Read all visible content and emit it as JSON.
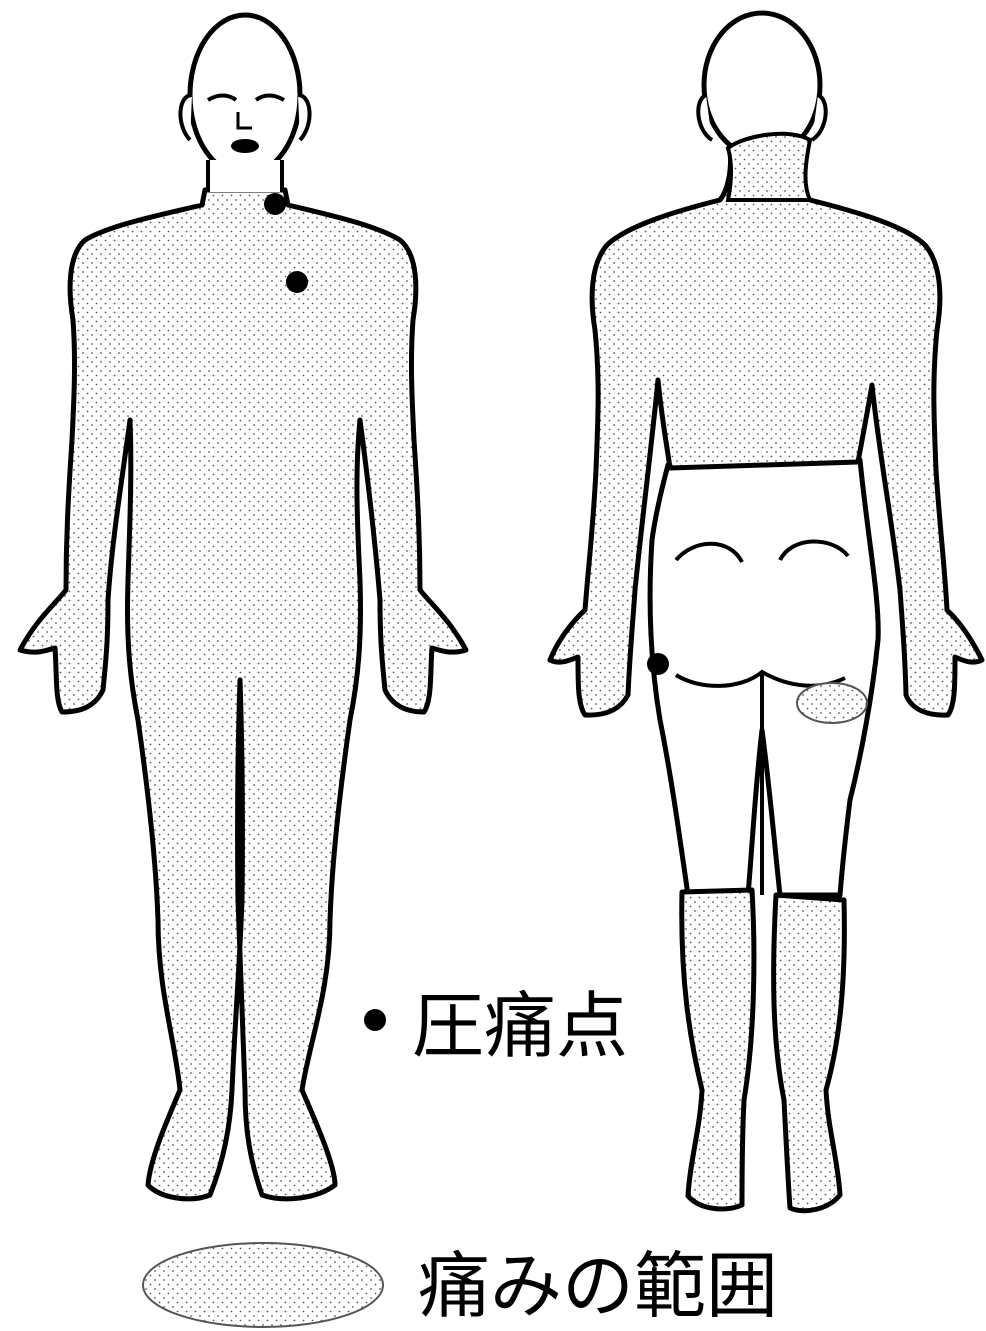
{
  "legend": {
    "tender_point_label": "圧痛点",
    "pain_area_label": "痛みの範囲"
  },
  "colors": {
    "outline": "#000000",
    "background": "#ffffff",
    "shading_dot": "#5a5a5a",
    "marker": "#000000",
    "area_outline": "#555555"
  },
  "icons": {
    "tender_point_marker": "filled-circle",
    "pain_area_marker": "dotted-ellipse"
  }
}
